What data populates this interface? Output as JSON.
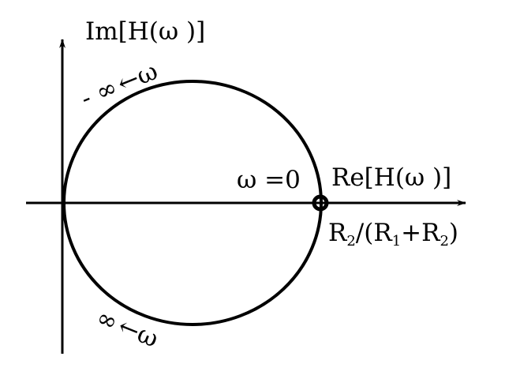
{
  "diagram": {
    "imag_axis_label": "Im[H(ω )]",
    "real_axis_label": "Re[H(ω )]",
    "zero_freq_label": "ω =0",
    "intercept_label": {
      "r": "R",
      "sub2": "2",
      "mid": "/(R",
      "sub1": "1",
      "plus": "+R",
      "sub2b": "2",
      "close": ")"
    },
    "upper_arrow_label": {
      "from": "- ∞",
      "arrow": "←",
      "to": "ω"
    },
    "lower_arrow_label": {
      "from": "∞",
      "arrow": "←",
      "to": "ω"
    },
    "stroke_color": "#000000"
  }
}
